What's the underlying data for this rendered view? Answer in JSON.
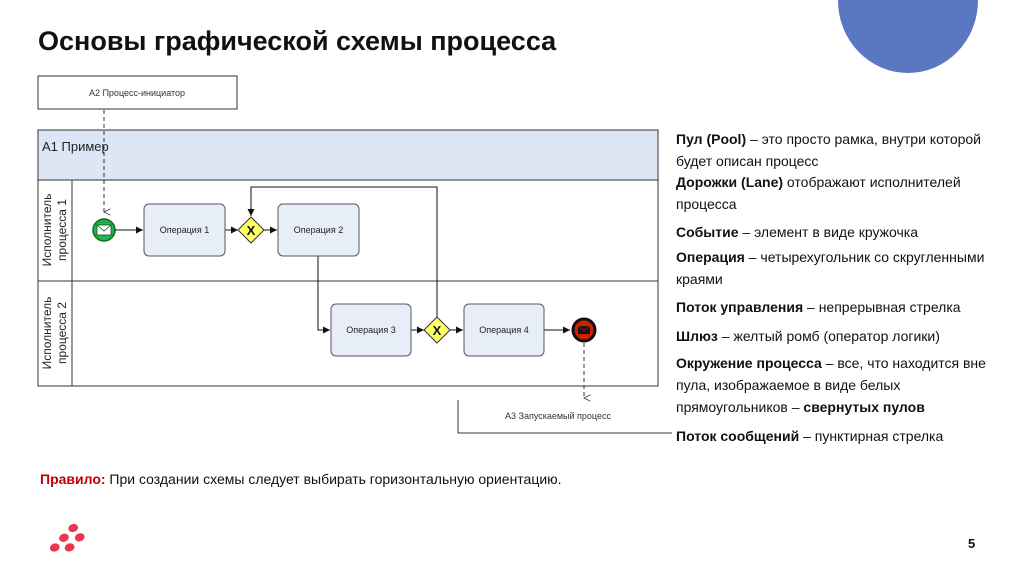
{
  "title": "Основы графической схемы процесса",
  "diagram": {
    "initiator_label": "А2 Процесс-инициатор",
    "pool_label": "А1 Пример",
    "lane1_label_line1": "Исполнитель",
    "lane1_label_line2": "процесса 1",
    "lane2_label_line1": "Исполнитель",
    "lane2_label_line2": "процесса 2",
    "op1": "Операция 1",
    "op2": "Операция 2",
    "op3": "Операция 3",
    "op4": "Операция 4",
    "gateway_symbol": "X",
    "triggered_label": "А3 Запускаемый процесс",
    "start_event_icon": "envelope-icon",
    "end_event_icon": "envelope-icon"
  },
  "legend": [
    {
      "term": "Пул (Pool)",
      "desc": " – это просто рамка, внутри которой будет описан процесс"
    },
    {
      "term": "Дорожки (Lane)",
      "desc": " отображают исполнителей процесса"
    },
    {
      "term": "Событие",
      "desc": " – элемент в виде кружочка"
    },
    {
      "term": "Операция",
      "desc": " – четырехугольник со скругленными краями"
    },
    {
      "term": "Поток управления",
      "desc": " – непрерывная стрелка"
    },
    {
      "term": "Шлюз",
      "desc": " – желтый ромб (оператор логики)"
    },
    {
      "term": "Окружение процесса",
      "desc": " – все, что находится вне пула, изображаемое в виде белых прямоугольников – ",
      "term2": "свернутых пулов"
    },
    {
      "term": "Поток сообщений",
      "desc": " – пунктирная стрелка"
    }
  ],
  "rule": {
    "label": "Правило:",
    "text": " При создании схемы следует выбирать горизонтальную ориентацию."
  },
  "page_number": "5",
  "colors": {
    "accent_circle": "#5b77c2",
    "pool_header": "#dde6f5",
    "task_fill": "#e8eef8",
    "gateway_fill": "#ffff66",
    "start_event": "#22b14c",
    "end_event": "#cc2200",
    "rule_label": "#c00000",
    "logo": "#e8384f"
  }
}
